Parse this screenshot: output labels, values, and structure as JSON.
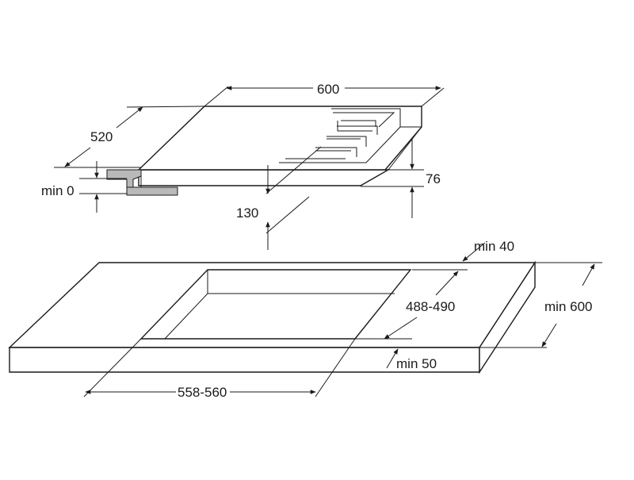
{
  "diagram": {
    "dimensions": {
      "hob_width": "600",
      "hob_depth": "520",
      "hob_height": "76",
      "clearance_min_below": "min 0",
      "clearance_below_hob": "130",
      "cutout_rear_margin": "min 40",
      "cutout_depth": "488-490",
      "worktop_depth": "min 600",
      "cutout_front_margin": "min 50",
      "cutout_width": "558-560"
    }
  }
}
